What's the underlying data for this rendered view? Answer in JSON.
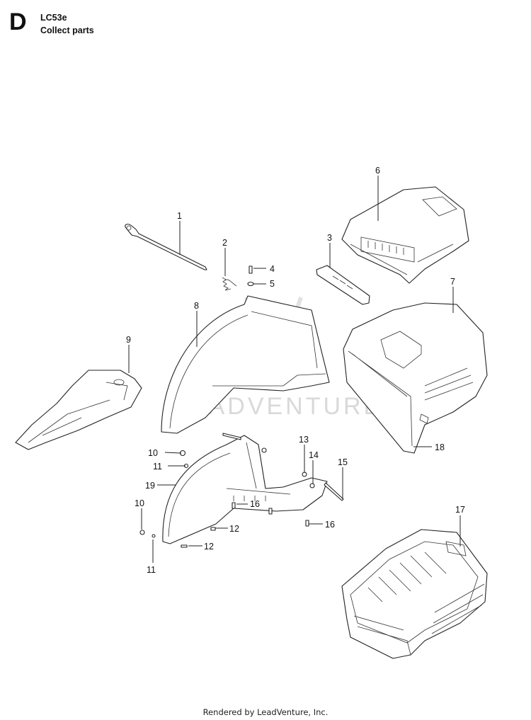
{
  "header": {
    "section_letter": "D",
    "model": "LC53e",
    "title": "Collect parts"
  },
  "watermark": "LEADVENTURE",
  "callouts": [
    "1",
    "2",
    "3",
    "4",
    "5",
    "6",
    "7",
    "8",
    "9",
    "10",
    "11",
    "12",
    "13",
    "14",
    "15",
    "16",
    "17",
    "18",
    "19"
  ],
  "footer": "Rendered by LeadVenture, Inc."
}
